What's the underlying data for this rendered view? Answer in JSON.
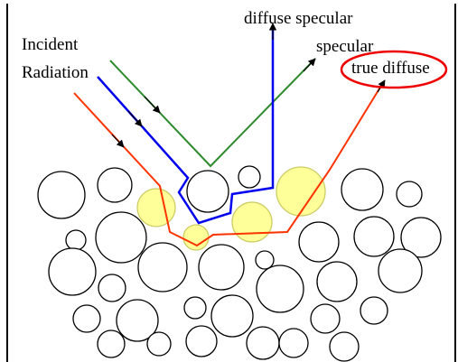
{
  "labels": {
    "incident_line1": "Incident",
    "incident_line2": "Radiation",
    "diffuse_specular": "diffuse specular",
    "specular": "specular",
    "true_diffuse": "true diffuse"
  },
  "colors": {
    "specular_ray": "#2e8b2e",
    "diffuse_specular_ray": "#0000ee",
    "true_diffuse_ray": "#ff3300",
    "highlight_circle": "#ffff99",
    "callout_ellipse": "#ee0000",
    "particle_outline": "#000000"
  }
}
